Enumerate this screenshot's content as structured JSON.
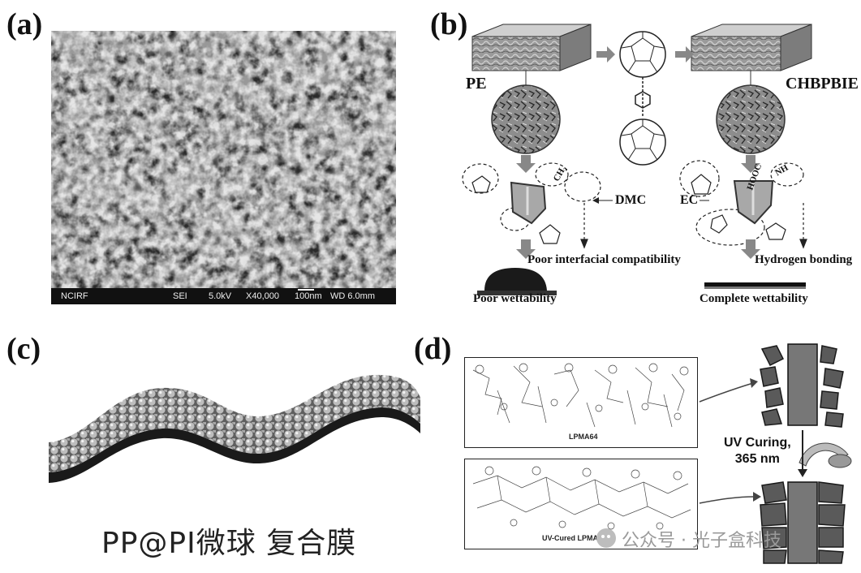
{
  "panels": {
    "a": {
      "label": "(a)",
      "sem_info": {
        "lab": "NCIRF",
        "mode": "SEI",
        "voltage": "5.0kV",
        "magnification": "X40,000",
        "scale": "100nm",
        "wd": "WD 6.0mm"
      }
    },
    "b": {
      "label": "(b)",
      "left_material": "PE",
      "right_material": "CHBPBIE",
      "dmc": "DMC",
      "ec": "EC",
      "left_group": "CH₂",
      "right_group": "NH",
      "hooc": "HOOC",
      "poor_compat": "Poor interfacial compatibility",
      "h_bonding": "Hydrogen bonding",
      "poor_wet": "Poor wettability",
      "complete_wet": "Complete wettability"
    },
    "c": {
      "label": "(c)",
      "caption": "PP@PI微球 复合膜"
    },
    "d": {
      "label": "(d)",
      "top_caption": "LPMA64",
      "bottom_caption": "UV-Cured LPMA64",
      "uv_line1": "UV Curing,",
      "uv_line2": "365 nm"
    }
  },
  "watermark": "公众号 · 光子盒科技"
}
